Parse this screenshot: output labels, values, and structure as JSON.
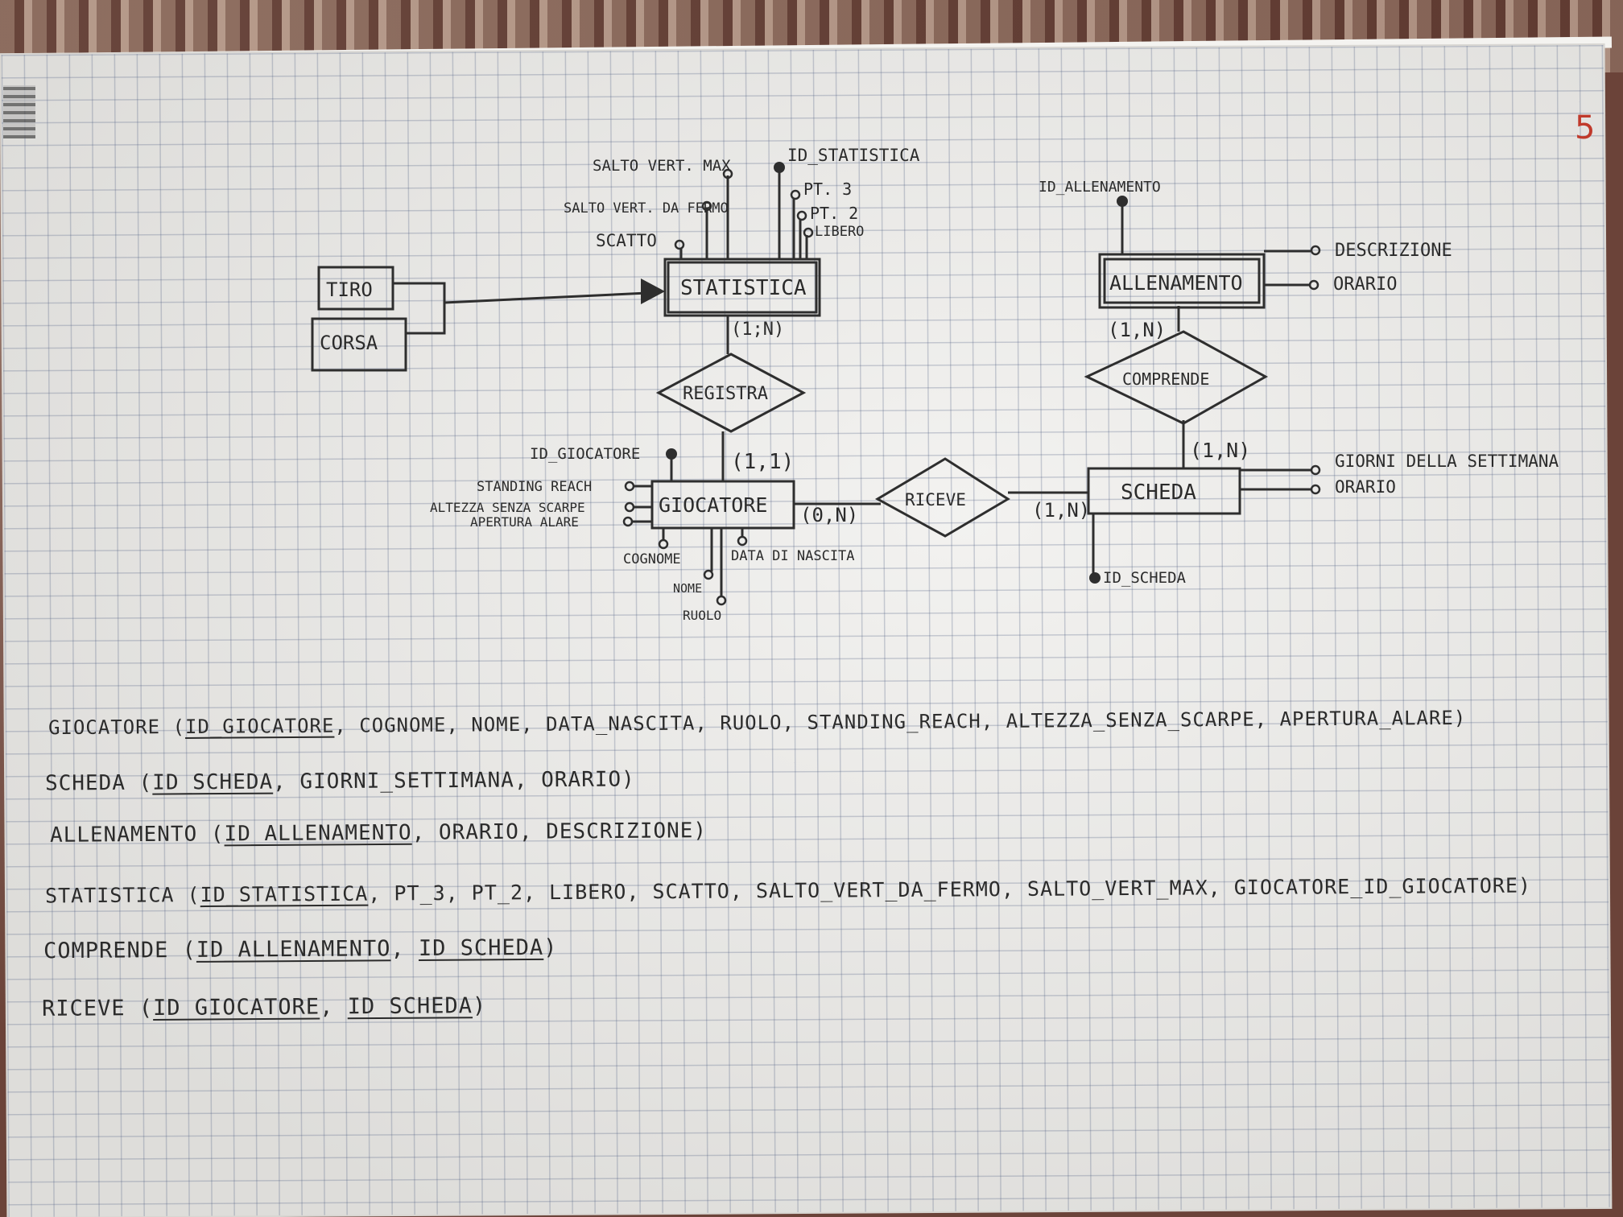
{
  "page_number": "5",
  "entities": {
    "statistica": "STATISTICA",
    "allenamento": "ALLENAMENTO",
    "giocatore": "GIOCATORE",
    "scheda": "SCHEDA",
    "tiro": "TIRO",
    "corsa": "CORSA"
  },
  "relationships": {
    "registra": "REGISTRA",
    "comprende": "COMPRENDE",
    "riceve": "RICEVE"
  },
  "cardinalities": {
    "statistica_registra": "(1;N)",
    "giocatore_registra": "(1,1)",
    "giocatore_riceve": "(0,N)",
    "scheda_riceve": "(1,N)",
    "allenamento_comprende": "(1,N)",
    "scheda_comprende": "(1,N)"
  },
  "attributes": {
    "statistica": [
      "SALTO VERT. MAX",
      "ID_STATISTICA",
      "PT. 3",
      "PT. 2",
      "LIBERO",
      "SALTO VERT. DA FERMO",
      "SCATTO"
    ],
    "allenamento": [
      "ID_ALLENAMENTO",
      "DESCRIZIONE",
      "ORARIO"
    ],
    "giocatore": [
      "ID_GIOCATORE",
      "STANDING REACH",
      "ALTEZZA SENZA SCARPE",
      "APERTURA ALARE",
      "COGNOME",
      "DATA DI NASCITA",
      "NOME",
      "RUOLO"
    ],
    "scheda": [
      "GIORNI DELLA SETTIMANA",
      "ORARIO",
      "ID_SCHEDA"
    ]
  },
  "relational_schema": [
    {
      "name": "GIOCATORE",
      "keys": [
        "ID_GIOCATORE"
      ],
      "fields": [
        "COGNOME",
        "NOME",
        "DATA_NASCITA",
        "RUOLO",
        "STANDING_REACH",
        "ALTEZZA_SENZA_SCARPE",
        "APERTURA_ALARE"
      ]
    },
    {
      "name": "SCHEDA",
      "keys": [
        "ID_SCHEDA"
      ],
      "fields": [
        "GIORNI_SETTIMANA",
        "ORARIO"
      ]
    },
    {
      "name": "ALLENAMENTO",
      "keys": [
        "ID_ALLENAMENTO"
      ],
      "fields": [
        "ORARIO",
        "DESCRIZIONE"
      ]
    },
    {
      "name": "STATISTICA",
      "keys": [
        "ID_STATISTICA"
      ],
      "fields": [
        "PT_3",
        "PT_2",
        "LIBERO",
        "SCATTO",
        "SALTO_VERT_DA_FERMO",
        "SALTO_VERT_MAX",
        "GIOCATORE_ID_GIOCATORE"
      ]
    },
    {
      "name": "COMPRENDE",
      "keys": [
        "ID_ALLENAMENTO",
        "ID_SCHEDA"
      ],
      "fields": []
    },
    {
      "name": "RICEVE",
      "keys": [
        "ID_GIOCATORE",
        "ID_SCHEDA"
      ],
      "fields": []
    }
  ]
}
